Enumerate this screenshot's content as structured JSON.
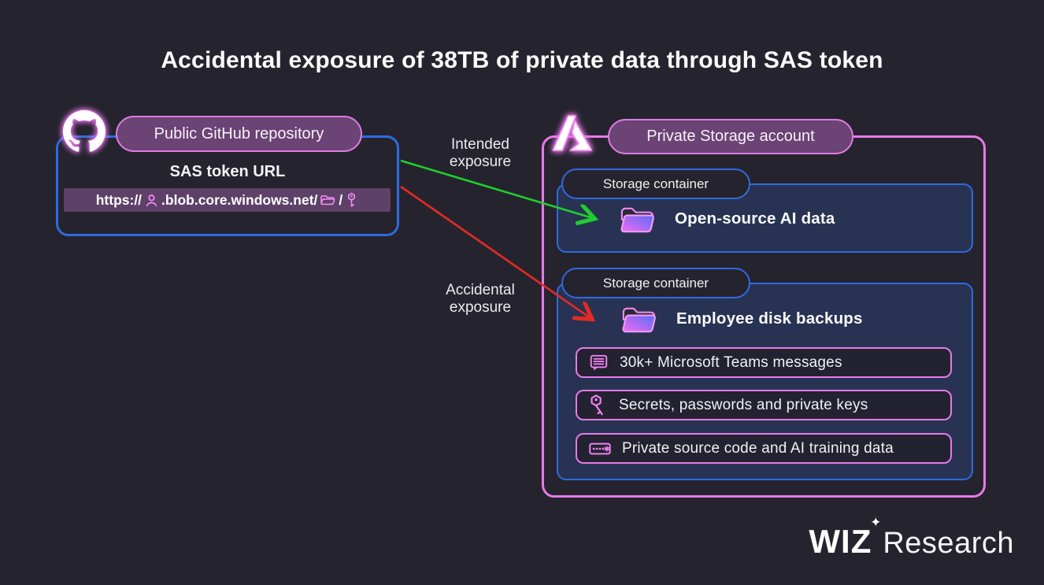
{
  "title": "Accidental exposure of 38TB of private data through SAS token",
  "github_panel": {
    "pill_label": "Public GitHub repository",
    "token_label": "SAS token URL",
    "url": {
      "prefix": "https://",
      "host": ".blob.core.windows.net/",
      "separator": "/"
    }
  },
  "arrows": {
    "intended": {
      "label": "Intended exposure",
      "color": "#1fce2e"
    },
    "accidental": {
      "label": "Accidental exposure",
      "color": "#e52a24"
    }
  },
  "storage_panel": {
    "pill_label": "Private Storage account",
    "containers": [
      {
        "tab_label": "Storage container",
        "folder_label": "Open-source AI data",
        "items": []
      },
      {
        "tab_label": "Storage container",
        "folder_label": "Employee disk backups",
        "items": [
          {
            "icon": "chat-icon",
            "label": "30k+ Microsoft Teams messages"
          },
          {
            "icon": "key-icon",
            "label": "Secrets, passwords and private keys"
          },
          {
            "icon": "password-icon",
            "label": "Private source code and AI training data"
          }
        ]
      }
    ]
  },
  "branding": {
    "brand": "WIZ",
    "sparkle": "✦",
    "suffix": "Research"
  },
  "colors": {
    "background": "#25242e",
    "blue_border": "#2f6ae0",
    "pink_border": "#e87ae8",
    "pill_fill": "#6b4374",
    "container_fill": "#283353",
    "url_bar_fill": "#5d4168",
    "intended_green": "#1fce2e",
    "accidental_red": "#e52a24"
  }
}
